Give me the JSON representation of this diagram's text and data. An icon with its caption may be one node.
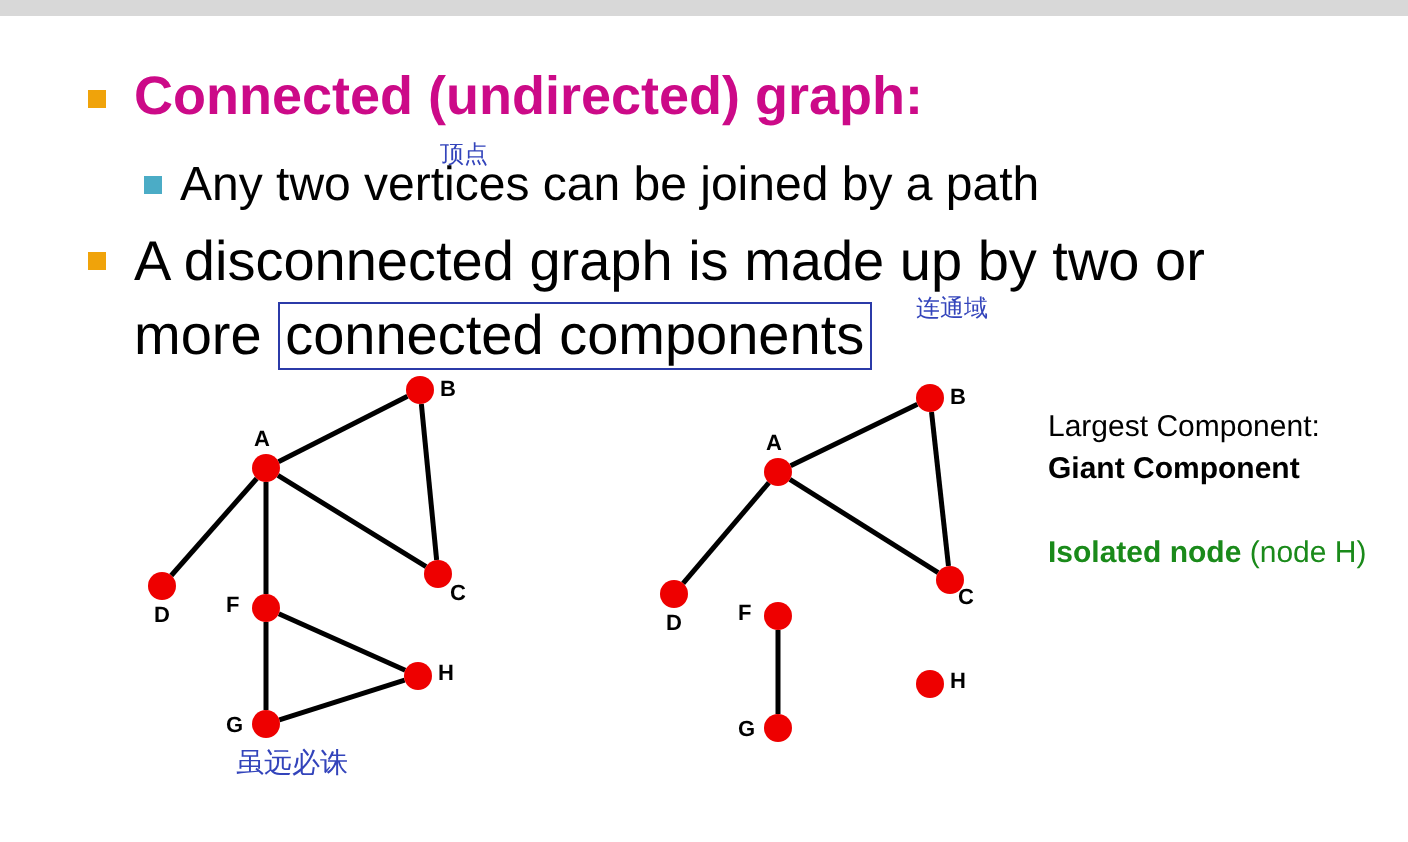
{
  "diagram": {
    "nodes": [
      {
        "text": [
          "connected components"
        ]
      },
      {
        "text": [
          "A"
        ]
      },
      {
        "text": [
          "B"
        ]
      },
      {
        "text": [
          "C"
        ]
      },
      {
        "text": [
          "D"
        ]
      },
      {
        "text": [
          "F"
        ]
      },
      {
        "text": [
          "G"
        ]
      },
      {
        "text": [
          "H"
        ]
      },
      {
        "text": [
          "A"
        ]
      },
      {
        "text": [
          "B"
        ]
      },
      {
        "text": [
          "C"
        ]
      },
      {
        "text": [
          "D"
        ]
      },
      {
        "text": [
          "F"
        ]
      },
      {
        "text": [
          "G"
        ]
      },
      {
        "text": [
          "H"
        ]
      }
    ],
    "edges": [
      {
        "from": 1,
        "to": 2,
        "arrow": "none"
      },
      {
        "from": 2,
        "to": 3,
        "arrow": "none"
      },
      {
        "from": 1,
        "to": 3,
        "arrow": "none"
      },
      {
        "from": 1,
        "to": 4,
        "arrow": "none"
      },
      {
        "from": 1,
        "to": 5,
        "arrow": "none"
      },
      {
        "from": 5,
        "to": 6,
        "arrow": "none"
      },
      {
        "from": 5,
        "to": 7,
        "arrow": "none"
      },
      {
        "from": 6,
        "to": 7,
        "arrow": "none"
      },
      {
        "from": 8,
        "to": 9,
        "arrow": "none"
      },
      {
        "from": 9,
        "to": 10,
        "arrow": "none"
      },
      {
        "from": 8,
        "to": 10,
        "arrow": "none"
      },
      {
        "from": 8,
        "to": 11,
        "arrow": "none"
      },
      {
        "from": 12,
        "to": 13,
        "arrow": "none"
      }
    ],
    "labels": [
      "Connected (undirected) graph:",
      "顶点",
      "Any two vertices can be joined by a path",
      "A disconnected graph is made up by two or more",
      "连通域",
      "虽远必诛",
      "Largest Component:",
      "Giant Component",
      "**Isolated node** (node H)"
    ]
  }
}
